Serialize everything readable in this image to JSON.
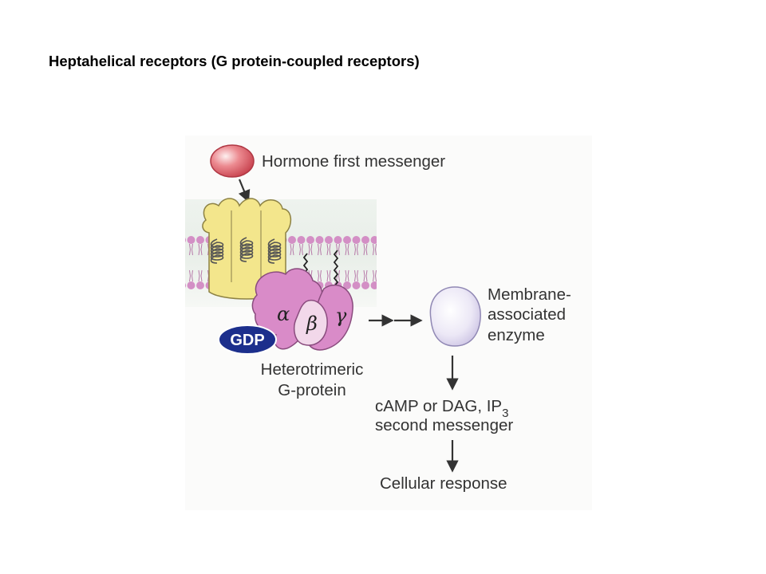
{
  "title": "Heptahelical receptors (G protein-coupled receptors)",
  "labels": {
    "hormone": "Hormone first messenger",
    "enzyme_line1": "Membrane-",
    "enzyme_line2": "associated",
    "enzyme_line3": "enzyme",
    "gprotein_line1": "Heterotrimeric",
    "gprotein_line2": "G-protein",
    "second_line1_main": "cAMP or DAG, IP",
    "second_line1_sub": "3",
    "second_line2": "second messenger",
    "response": "Cellular response",
    "gdp": "GDP",
    "alpha": "α",
    "beta": "β",
    "gamma": "γ"
  },
  "colors": {
    "hormone": "#e0606a",
    "receptor": "#f3e68c",
    "gprotein": "#d98bc8",
    "gdp": "#1c2f8c",
    "enzyme": "#e4def2",
    "membrane_head": "#d38fc5",
    "arrow": "#333333"
  }
}
